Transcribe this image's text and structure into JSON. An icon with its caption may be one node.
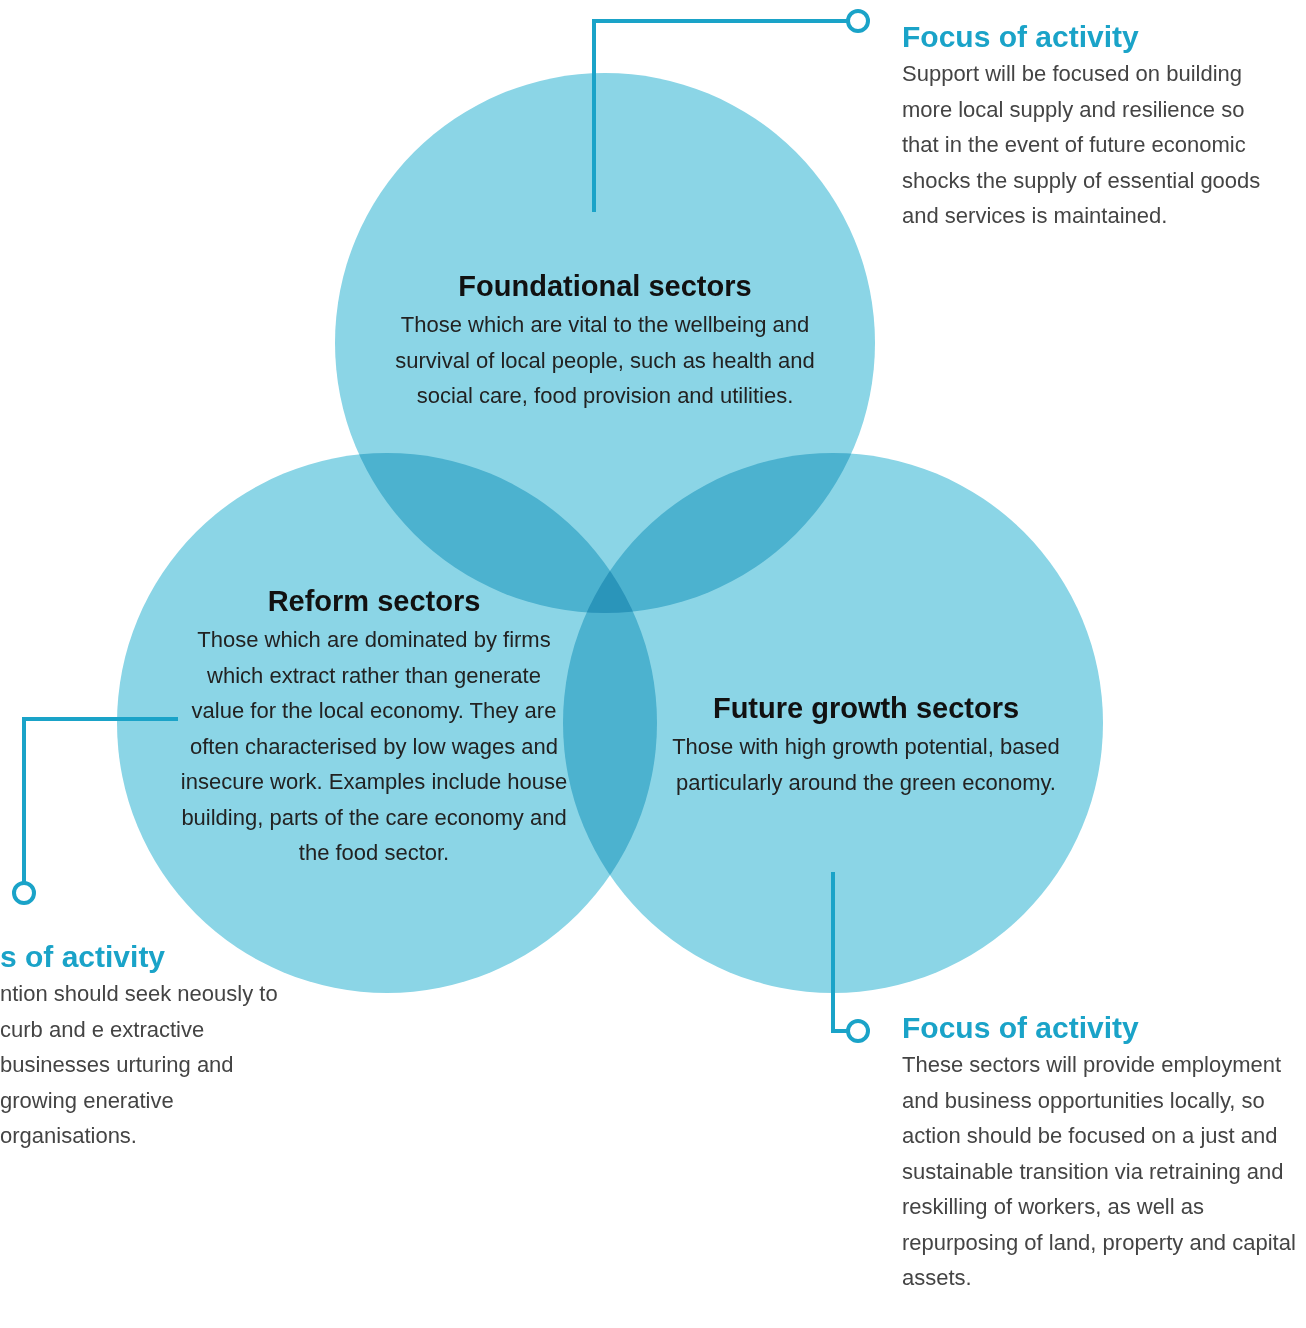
{
  "diagram": {
    "nodes": [
      {
        "text": [
          "Foundational sectors",
          "Those which are vital to the wellbeing and survival of local people, such as health and social care, food provision and utilities."
        ]
      },
      {
        "text": [
          "Reform sectors",
          "Those which are dominated by firms which extract rather than generate value for the local economy. They are often characterised by low wages and insecure work. Examples include house building, parts of the care economy and the food sector."
        ]
      },
      {
        "text": [
          "Future growth sectors",
          "Those with high growth potential, based particularly around the green economy."
        ]
      },
      {
        "text": [
          "Focus of activity",
          "Support will be focused on building more local supply and resilience so that in the event of future economic shocks the supply of essential goods and services is maintained."
        ]
      },
      {
        "text": [
          "s of activity",
          "ntion should seek neously to curb and e extractive businesses urturing and growing enerative organisations."
        ]
      },
      {
        "text": [
          "Focus of activity",
          "These sectors will provide employment and business opportunities locally, so action should be focused on a just and sustainable transition via retraining and reskilling of workers, as well as repurposing of land, property and capital assets."
        ]
      }
    ],
    "edges": [
      {
        "from": 3,
        "to": 0,
        "arrow": "other"
      },
      {
        "from": 4,
        "to": 1,
        "arrow": "other"
      },
      {
        "from": 5,
        "to": 2,
        "arrow": "other"
      }
    ]
  }
}
